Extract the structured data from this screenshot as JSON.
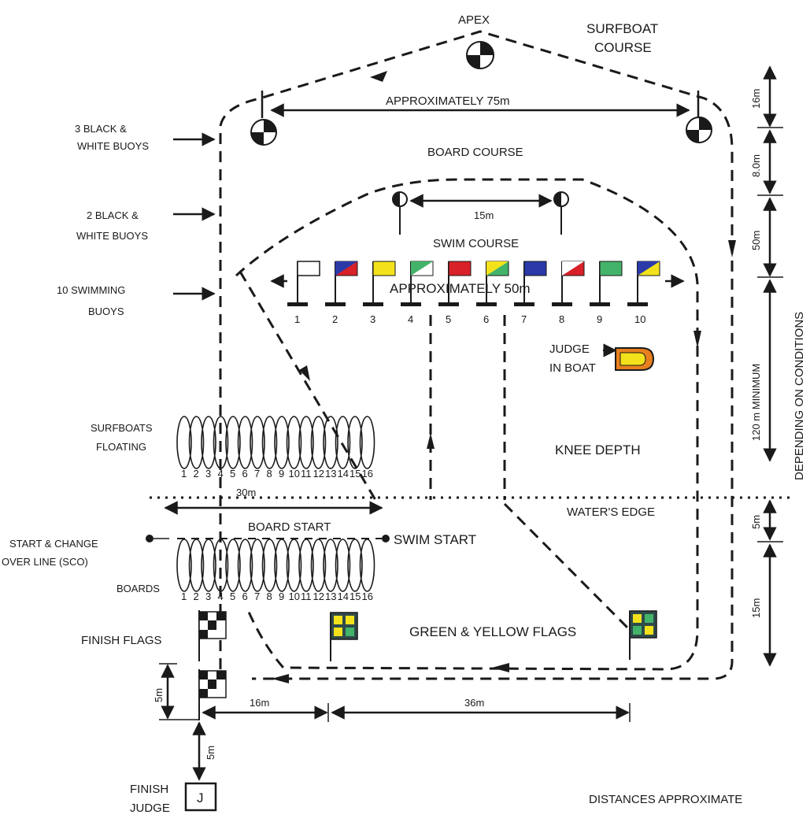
{
  "labels": {
    "apex": "APEX",
    "surfboat_course_1": "SURFBOAT",
    "surfboat_course_2": "COURSE",
    "approx_75": "APPROXIMATELY 75m",
    "buoys3_1": "3 BLACK &",
    "buoys3_2": "WHITE BUOYS",
    "board_course": "BOARD COURSE",
    "buoys2_1": "2 BLACK &",
    "buoys2_2": "WHITE BUOYS",
    "dist_15": "15m",
    "swim_course": "SWIM COURSE",
    "approx_50": "APPROXIMATELY 50m",
    "swim_buoys_1": "10 SWIMMING",
    "swim_buoys_2": "BUOYS",
    "judge_boat_1": "JUDGE",
    "judge_boat_2": "IN BOAT",
    "surfboats_1": "SURFBOATS",
    "surfboats_2": "FLOATING",
    "knee_depth": "KNEE DEPTH",
    "dist_30": "30m",
    "waters_edge": "WATER'S EDGE",
    "board_start": "BOARD START",
    "swim_start": "SWIM START",
    "sco_1": "START & CHANGE",
    "sco_2": "OVER LINE (SCO)",
    "boards": "BOARDS",
    "finish_flags": "FINISH FLAGS",
    "green_yellow_flags": "GREEN & YELLOW FLAGS",
    "dist_5_left": "5m",
    "dist_16": "16m",
    "dist_36": "36m",
    "dist_5_down": "5m",
    "finish_judge_1": "FINISH",
    "finish_judge_2": "JUDGE",
    "judge_letter": "J",
    "distances_approx": "DISTANCES APPROXIMATE",
    "right_16": "16m",
    "right_80": "8.0m",
    "right_50": "50m",
    "right_120": "120 m MINIMUM",
    "right_5": "5m",
    "right_15": "15m",
    "depending": "DEPENDING ON CONDITIONS"
  },
  "flag_numbers": [
    "1",
    "2",
    "3",
    "4",
    "5",
    "6",
    "7",
    "8",
    "9",
    "10"
  ],
  "surfboat_numbers": [
    "1",
    "2",
    "3",
    "4",
    "5",
    "6",
    "7",
    "8",
    "9",
    "10",
    "11",
    "12",
    "13",
    "14",
    "15",
    "16"
  ],
  "board_numbers": [
    "1",
    "2",
    "3",
    "4",
    "5",
    "6",
    "7",
    "8",
    "9",
    "10",
    "11",
    "12",
    "13",
    "14",
    "15",
    "16"
  ],
  "colors": {
    "red": "#d82128",
    "blue": "#2b3aa8",
    "yellow": "#f3e21b",
    "green": "#43b36a",
    "orange": "#e8801e",
    "dark_teal": "#2f4a4a",
    "ink": "#1a1a1a"
  }
}
